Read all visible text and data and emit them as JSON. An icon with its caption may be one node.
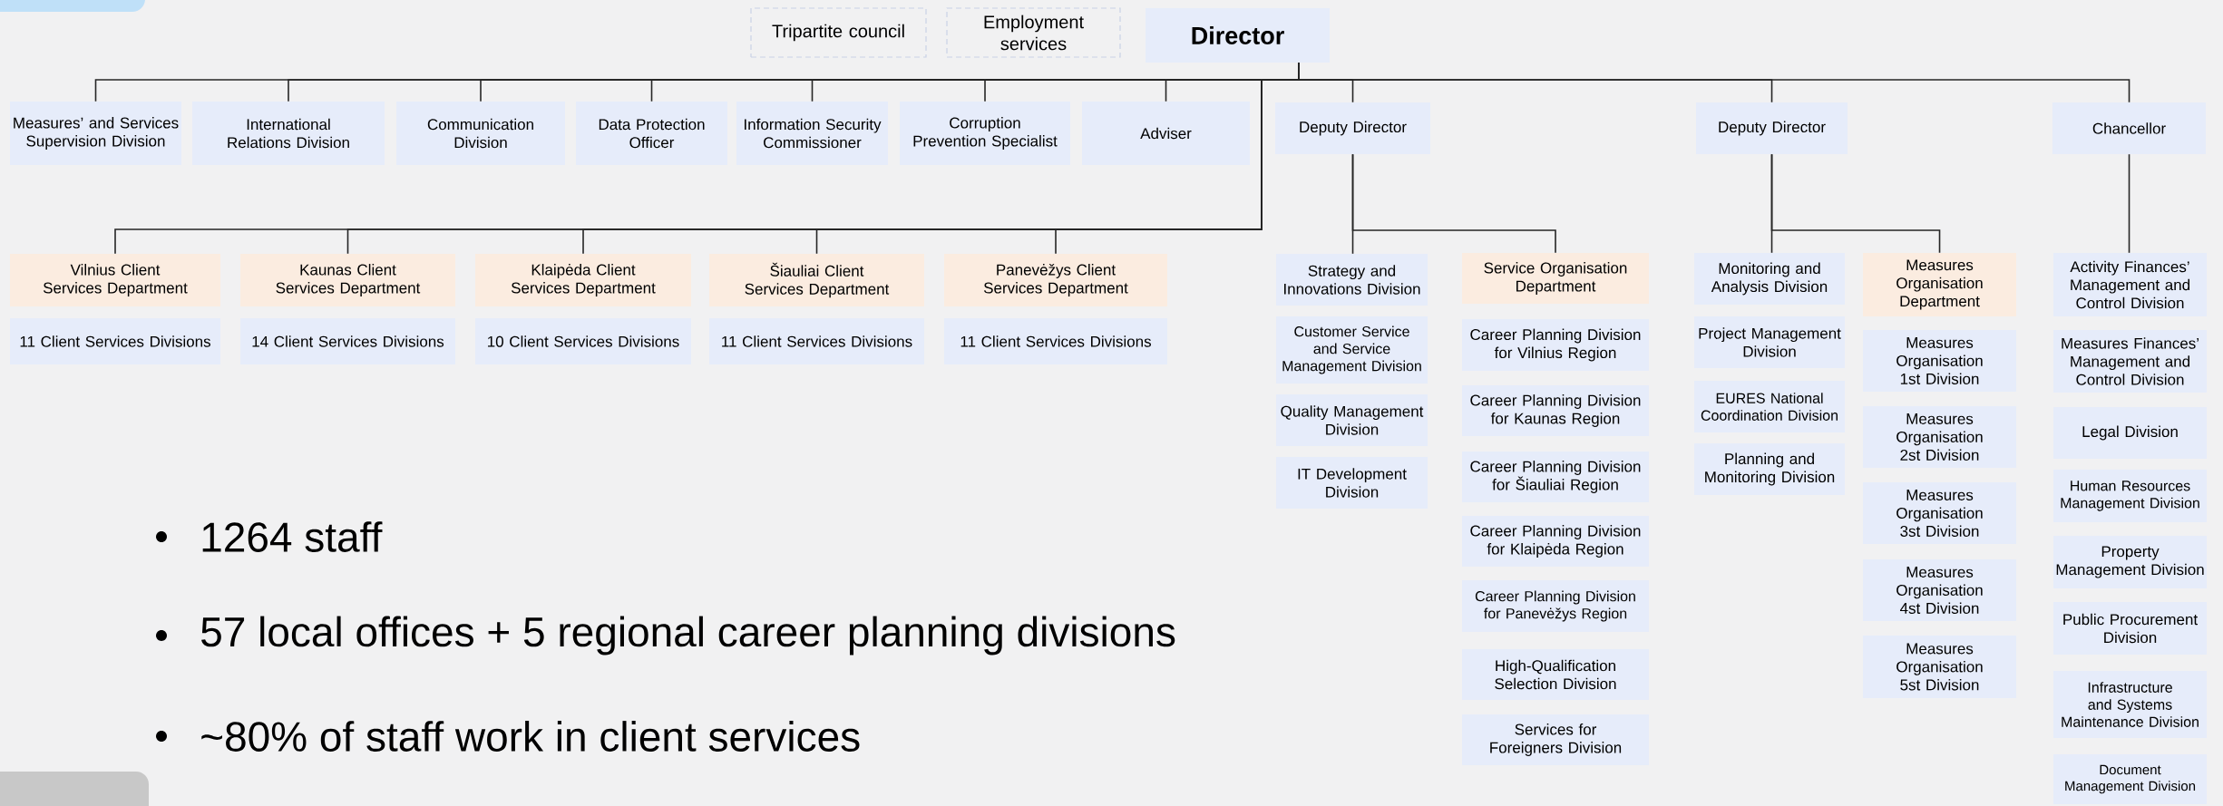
{
  "diagram": {
    "nodes": [
      {
        "text": [
          "Tripartite council"
        ]
      },
      {
        "text": [
          "Employment services"
        ]
      },
      {
        "text": [
          "Director"
        ]
      },
      {
        "text": [
          "Measures’ and Services Supervision Division"
        ]
      },
      {
        "text": [
          "International Relations Division"
        ]
      },
      {
        "text": [
          "Communication Division"
        ]
      },
      {
        "text": [
          "Data Protection Officer"
        ]
      },
      {
        "text": [
          "Information Security Commissioner"
        ]
      },
      {
        "text": [
          "Corruption Prevention Specialist"
        ]
      },
      {
        "text": [
          "Adviser"
        ]
      },
      {
        "text": [
          "Deputy Director"
        ]
      },
      {
        "text": [
          "Deputy Director"
        ]
      },
      {
        "text": [
          "Chancellor"
        ]
      },
      {
        "text": [
          "Vilnius Client Services Department"
        ]
      },
      {
        "text": [
          "Kaunas Client Services Department"
        ]
      },
      {
        "text": [
          "Klaipėda Client Services Department"
        ]
      },
      {
        "text": [
          "Šiauliai Client Services Department"
        ]
      },
      {
        "text": [
          "Panevėžys Client Services Department"
        ]
      },
      {
        "text": [
          "11 Client Services Divisions"
        ]
      },
      {
        "text": [
          "14 Client Services Divisions"
        ]
      },
      {
        "text": [
          "10 Client Services Divisions"
        ]
      },
      {
        "text": [
          "11 Client Services Divisions"
        ]
      },
      {
        "text": [
          "11 Client Services Divisions"
        ]
      },
      {
        "text": [
          "Strategy and Innovations Division"
        ]
      },
      {
        "text": [
          "Service Organisation Department"
        ]
      },
      {
        "text": [
          "Customer Service and Service Management Division"
        ]
      },
      {
        "text": [
          "Quality Management Division"
        ]
      },
      {
        "text": [
          "IT Development Division"
        ]
      },
      {
        "text": [
          "Career Planning Division for Vilnius Region"
        ]
      },
      {
        "text": [
          "Career Planning Division for Kaunas Region"
        ]
      },
      {
        "text": [
          "Career Planning Division for Šiauliai Region"
        ]
      },
      {
        "text": [
          "Career Planning Division for Klaipėda Region"
        ]
      },
      {
        "text": [
          "Career Planning Division for Panevėžys Region"
        ]
      },
      {
        "text": [
          "High-Qualification Selection Division"
        ]
      },
      {
        "text": [
          "Services for Foreigners Division"
        ]
      },
      {
        "text": [
          "Monitoring and Analysis Division"
        ]
      },
      {
        "text": [
          "Project Management Division"
        ]
      },
      {
        "text": [
          "EURES National Coordination Division"
        ]
      },
      {
        "text": [
          "Planning and Monitoring Division"
        ]
      },
      {
        "text": [
          "Measures Organisation Department"
        ]
      },
      {
        "text": [
          "Measures Organisation 1st Division"
        ]
      },
      {
        "text": [
          "Measures Organisation 2st Division"
        ]
      },
      {
        "text": [
          "Measures Organisation 3st Division"
        ]
      },
      {
        "text": [
          "Measures Organisation 4st Division"
        ]
      },
      {
        "text": [
          "Measures Organisation 5st Division"
        ]
      },
      {
        "text": [
          "Activity Finances’ Management and Control Division"
        ]
      },
      {
        "text": [
          "Measures Finances’ Management and Control Division"
        ]
      },
      {
        "text": [
          "Legal Division"
        ]
      },
      {
        "text": [
          "Human Resources Management Division"
        ]
      },
      {
        "text": [
          "Property Management Division"
        ]
      },
      {
        "text": [
          "Public Procurement Division"
        ]
      },
      {
        "text": [
          "Infrastructure and Systems Maintenance Division"
        ]
      },
      {
        "text": [
          "Document Management Division"
        ]
      }
    ],
    "edges": [
      {
        "from": 2,
        "to": 3,
        "arrow": "none"
      },
      {
        "from": 2,
        "to": 4,
        "arrow": "none"
      },
      {
        "from": 2,
        "to": 5,
        "arrow": "none"
      },
      {
        "from": 2,
        "to": 6,
        "arrow": "none"
      },
      {
        "from": 2,
        "to": 7,
        "arrow": "none"
      },
      {
        "from": 2,
        "to": 8,
        "arrow": "none"
      },
      {
        "from": 2,
        "to": 9,
        "arrow": "none"
      },
      {
        "from": 2,
        "to": 10,
        "arrow": "none"
      },
      {
        "from": 2,
        "to": 11,
        "arrow": "none"
      },
      {
        "from": 2,
        "to": 12,
        "arrow": "none"
      },
      {
        "from": 2,
        "to": 13,
        "arrow": "none"
      },
      {
        "from": 2,
        "to": 14,
        "arrow": "none"
      },
      {
        "from": 2,
        "to": 15,
        "arrow": "none"
      },
      {
        "from": 2,
        "to": 16,
        "arrow": "none"
      },
      {
        "from": 2,
        "to": 17,
        "arrow": "none"
      },
      {
        "from": 10,
        "to": 23,
        "arrow": "none"
      },
      {
        "from": 10,
        "to": 24,
        "arrow": "none"
      },
      {
        "from": 11,
        "to": 35,
        "arrow": "none"
      },
      {
        "from": 11,
        "to": 39,
        "arrow": "none"
      },
      {
        "from": 12,
        "to": 45,
        "arrow": "none"
      }
    ],
    "labels": [
      "1264 staff",
      "57 local offices + 5 regional career planning divisions",
      "~80% of staff work in client services"
    ]
  }
}
